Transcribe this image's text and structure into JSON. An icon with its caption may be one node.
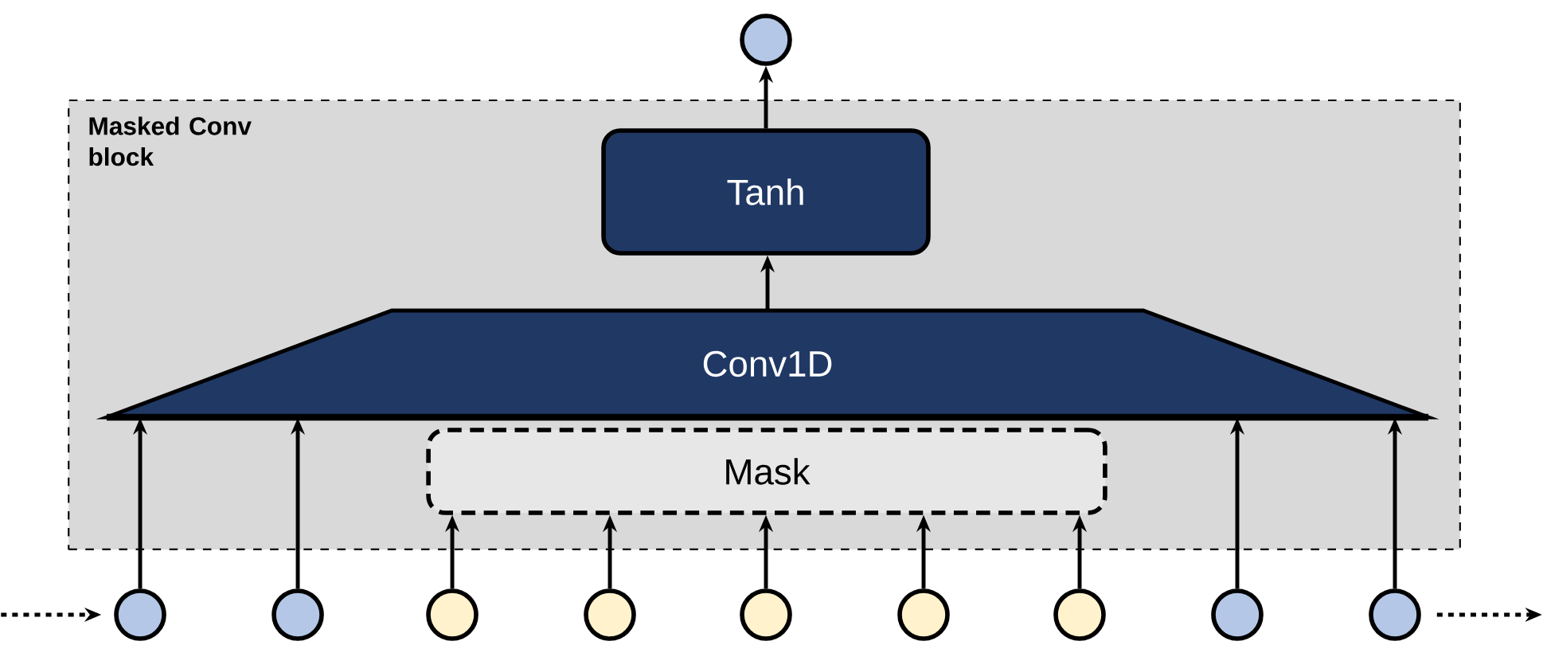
{
  "diagram": {
    "nodes": [
      {
        "text": [
          "Masked Conv block"
        ]
      },
      {
        "text": [
          "Tanh"
        ],
        "in": 0
      },
      {
        "text": [
          "Conv1D"
        ],
        "in": 0
      },
      {
        "text": [
          "Mask"
        ],
        "in": 0
      },
      {
        "text": [],
        "shape": "circle"
      },
      {
        "text": [],
        "shape": "circle"
      },
      {
        "text": [],
        "shape": "circle"
      },
      {
        "text": [],
        "shape": "circle"
      },
      {
        "text": [],
        "shape": "circle"
      },
      {
        "text": [],
        "shape": "circle"
      },
      {
        "text": [],
        "shape": "circle"
      },
      {
        "text": [],
        "shape": "circle"
      },
      {
        "text": [],
        "shape": "circle"
      },
      {
        "text": [],
        "shape": "circle"
      }
    ],
    "edges": [
      {
        "from": 2,
        "to": 1,
        "arrow": "to"
      },
      {
        "from": 1,
        "to": 4,
        "arrow": "to"
      },
      {
        "from": 5,
        "to": 2,
        "arrow": "to"
      },
      {
        "from": 6,
        "to": 2,
        "arrow": "to"
      },
      {
        "from": 7,
        "to": 3,
        "arrow": "to"
      },
      {
        "from": 8,
        "to": 3,
        "arrow": "to"
      },
      {
        "from": 9,
        "to": 3,
        "arrow": "to"
      },
      {
        "from": 10,
        "to": 3,
        "arrow": "to"
      },
      {
        "from": 11,
        "to": 3,
        "arrow": "to"
      },
      {
        "from": 12,
        "to": 2,
        "arrow": "to"
      },
      {
        "from": 13,
        "to": 2,
        "arrow": "to"
      },
      {
        "from": null,
        "to": 5,
        "arrow": "to",
        "style": "dashed"
      },
      {
        "from": 13,
        "to": null,
        "arrow": "to",
        "style": "dashed"
      }
    ]
  }
}
